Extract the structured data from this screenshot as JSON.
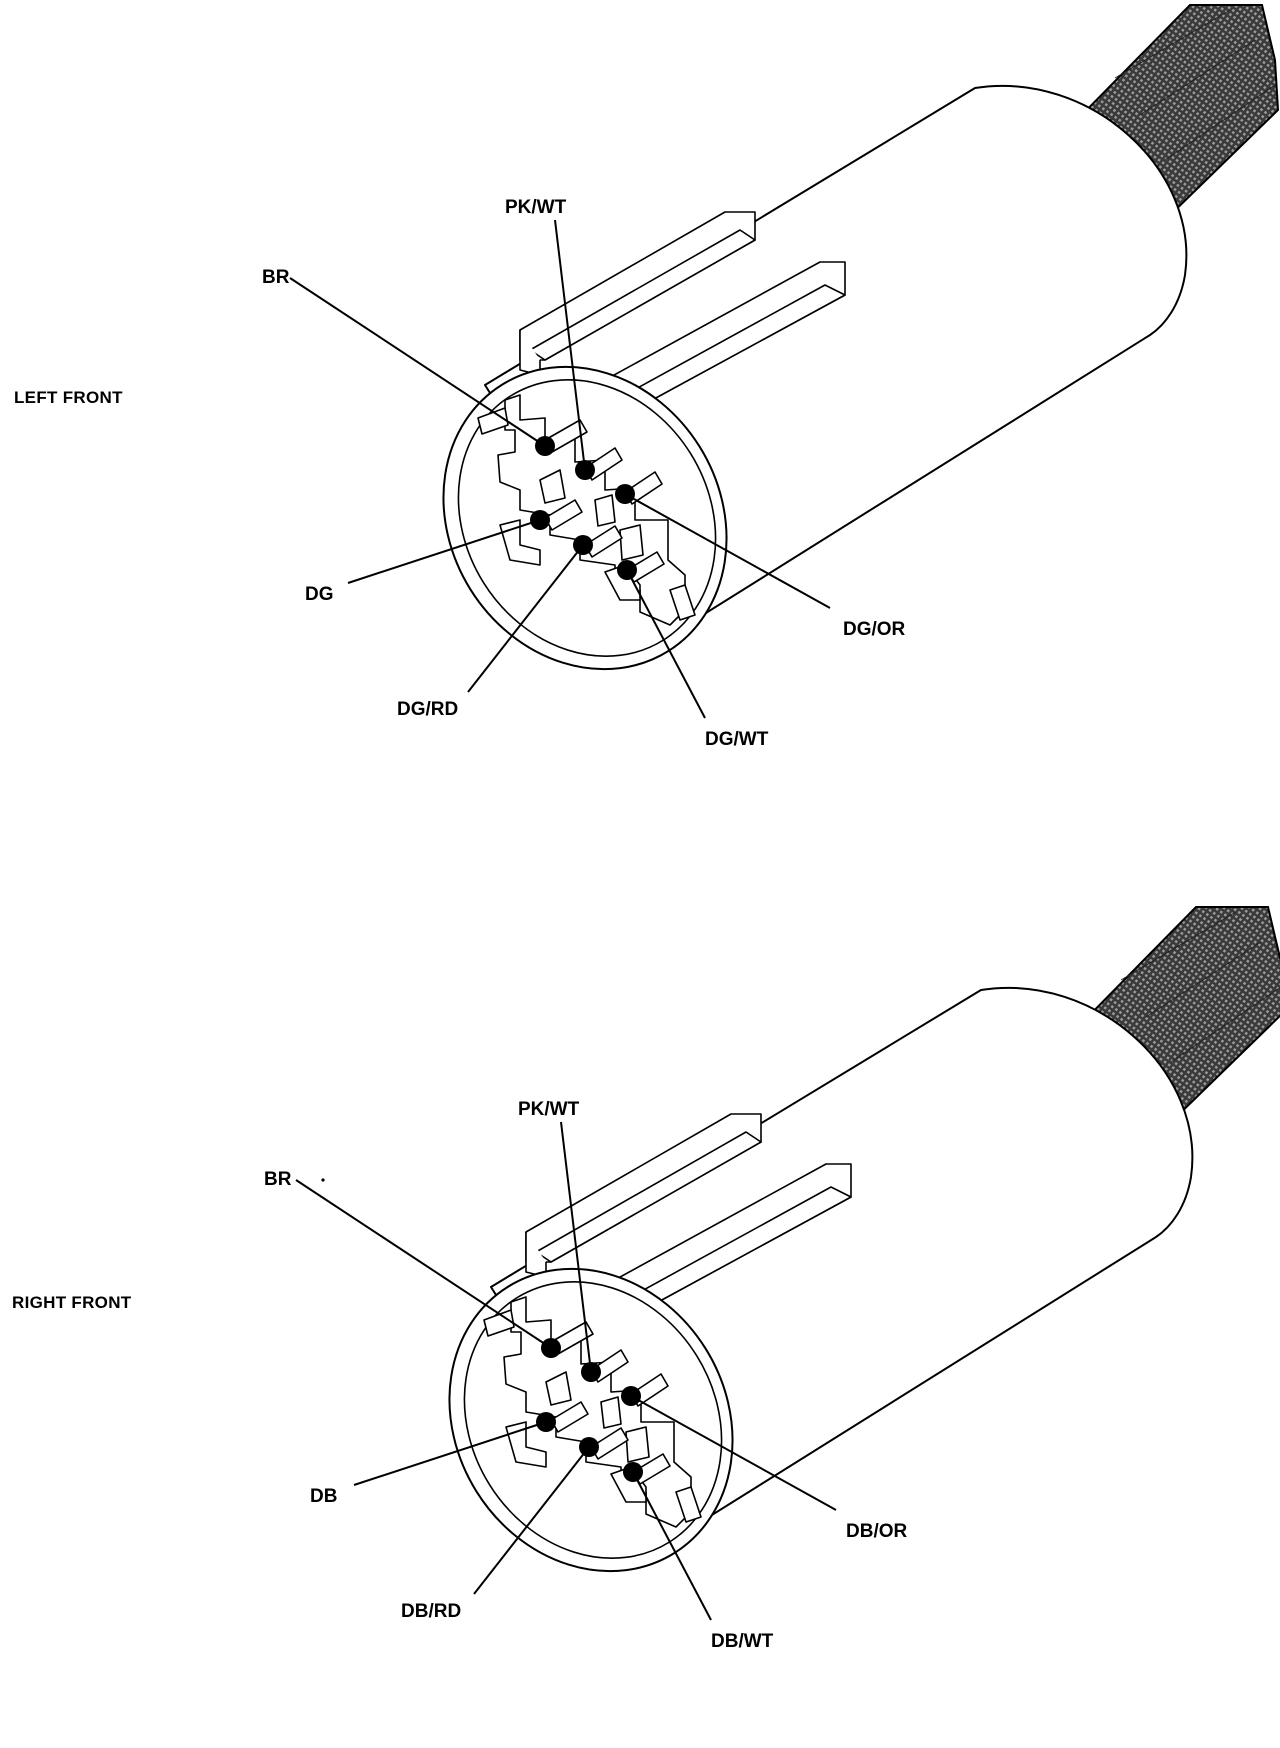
{
  "connectors": [
    {
      "title": "LEFT FRONT",
      "pins": {
        "br": "BR",
        "pk_wt": "PK/WT",
        "dg": "DG",
        "dg_or": "DG/OR",
        "dg_rd": "DG/RD",
        "dg_wt": "DG/WT"
      }
    },
    {
      "title": "RIGHT FRONT",
      "pins": {
        "br": "BR",
        "pk_wt": "PK/WT",
        "db": "DB",
        "db_or": "DB/OR",
        "db_rd": "DB/RD",
        "db_wt": "DB/WT"
      }
    }
  ]
}
